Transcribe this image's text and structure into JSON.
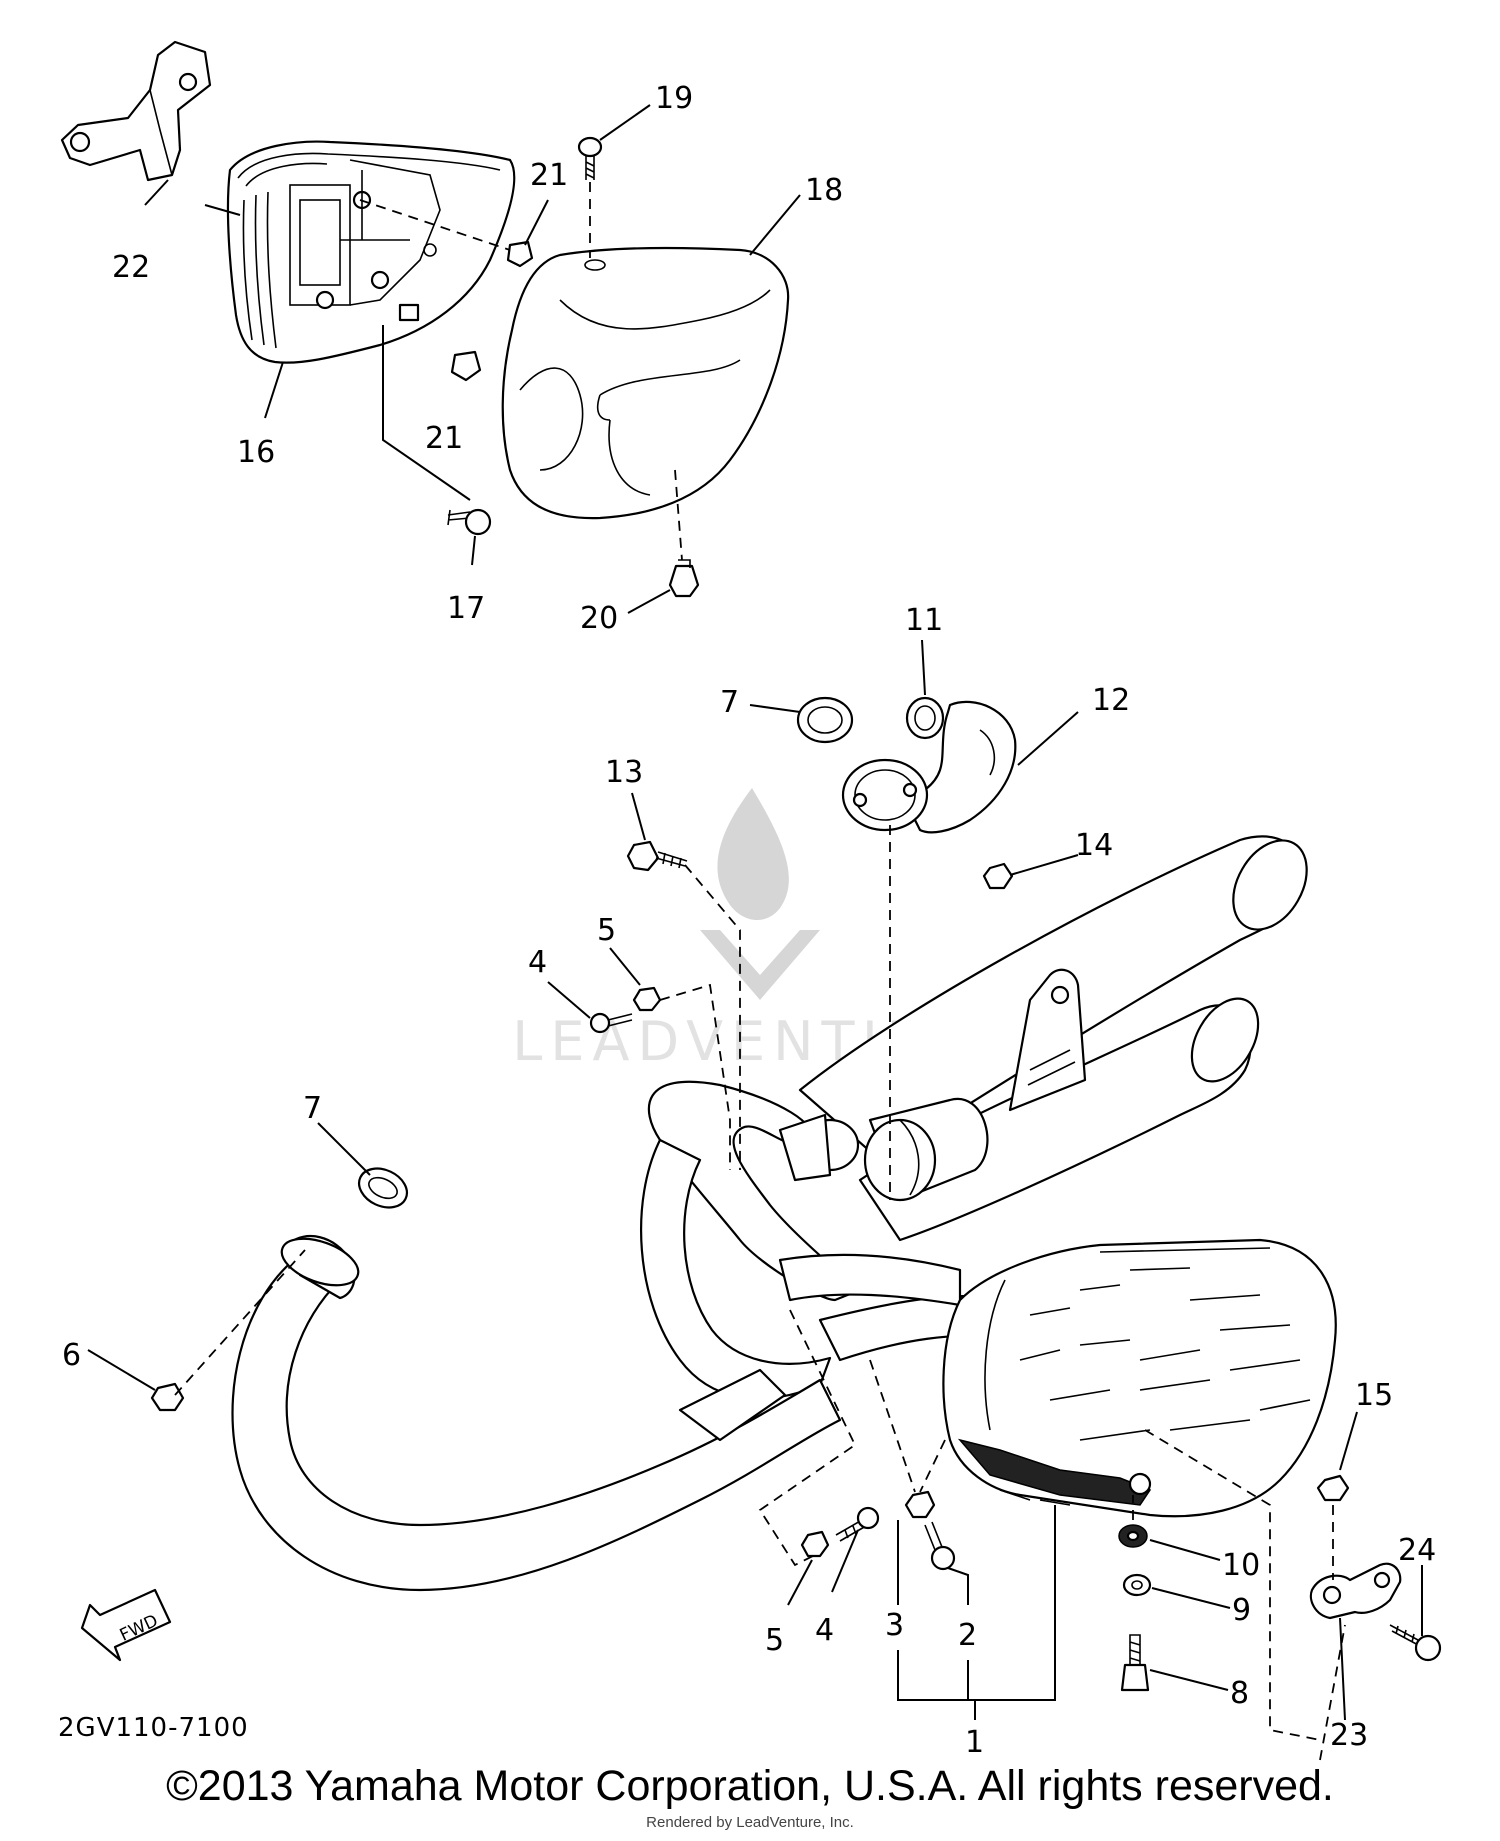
{
  "diagram": {
    "callouts": [
      {
        "id": "c22",
        "label": "22"
      },
      {
        "id": "c21a",
        "label": "21"
      },
      {
        "id": "c19",
        "label": "19"
      },
      {
        "id": "c18",
        "label": "18"
      },
      {
        "id": "c21b",
        "label": "21"
      },
      {
        "id": "c16",
        "label": "16"
      },
      {
        "id": "c17",
        "label": "17"
      },
      {
        "id": "c20",
        "label": "20"
      },
      {
        "id": "c11",
        "label": "11"
      },
      {
        "id": "c7a",
        "label": "7"
      },
      {
        "id": "c12",
        "label": "12"
      },
      {
        "id": "c13",
        "label": "13"
      },
      {
        "id": "c14",
        "label": "14"
      },
      {
        "id": "c5a",
        "label": "5"
      },
      {
        "id": "c4a",
        "label": "4"
      },
      {
        "id": "c7b",
        "label": "7"
      },
      {
        "id": "c6",
        "label": "6"
      },
      {
        "id": "c15",
        "label": "15"
      },
      {
        "id": "c10",
        "label": "10"
      },
      {
        "id": "c9",
        "label": "9"
      },
      {
        "id": "c24",
        "label": "24"
      },
      {
        "id": "c5b",
        "label": "5"
      },
      {
        "id": "c4b",
        "label": "4"
      },
      {
        "id": "c3",
        "label": "3"
      },
      {
        "id": "c2",
        "label": "2"
      },
      {
        "id": "c8",
        "label": "8"
      },
      {
        "id": "c23",
        "label": "23"
      },
      {
        "id": "c1",
        "label": "1"
      }
    ],
    "fwd_label": "FWD",
    "watermark": "LEADVENTURE"
  },
  "footer": {
    "drawing_code": "2GV110-7100",
    "copyright": "©2013 Yamaha Motor Corporation, U.S.A. All rights reserved.",
    "rendered_by": "Rendered by LeadVenture, Inc."
  }
}
